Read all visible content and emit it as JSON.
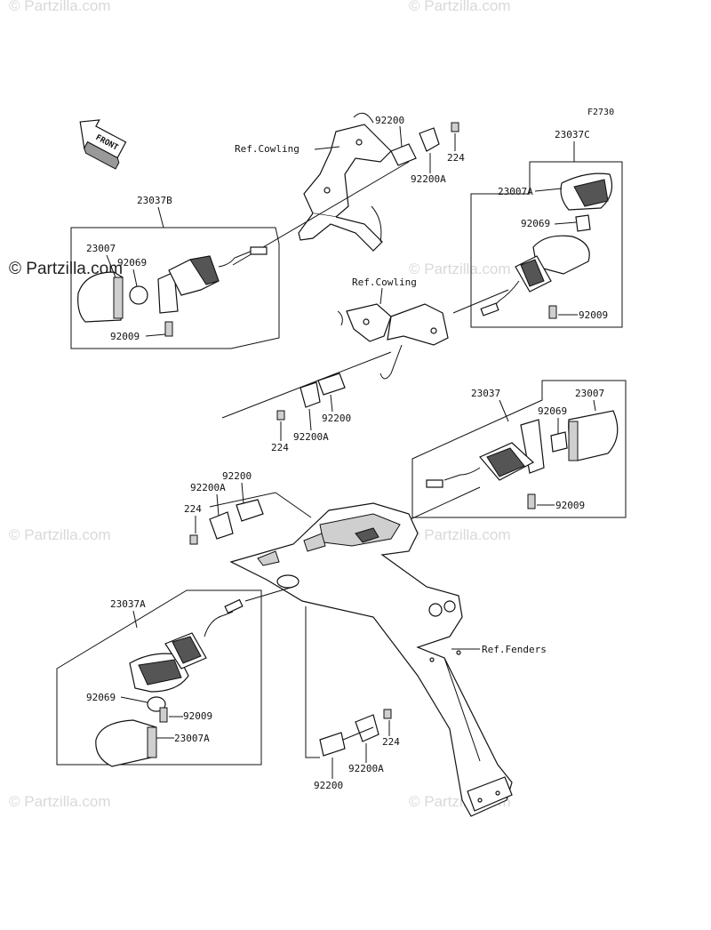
{
  "figure_code": "F2730",
  "front_label": "FRONT",
  "watermark": "© Partzilla.com",
  "refs": {
    "cowling_top": "Ref.Cowling",
    "cowling_mid": "Ref.Cowling",
    "fenders": "Ref.Fenders"
  },
  "parts": {
    "p92200_top": "92200",
    "p224_top": "224",
    "p92200A_top": "92200A",
    "p23037C": "23037C",
    "p23007A_r": "23007A",
    "p92069_r": "92069",
    "p92009_r": "92009",
    "p23037B": "23037B",
    "p23007_l": "23007",
    "p92069_l": "92069",
    "p92009_l": "92009",
    "p92200_mid": "92200",
    "p224_mid": "224",
    "p92200A_mid": "92200A",
    "p23037": "23037",
    "p23007_r2": "23007",
    "p92069_r2": "92069",
    "p92009_r2": "92009",
    "p92200_lw": "92200",
    "p92200A_lw": "92200A",
    "p224_lw": "224",
    "p23037A": "23037A",
    "p92069_la": "92069",
    "p92009_la": "92009",
    "p23007A_la": "23007A",
    "p224_bot": "224",
    "p92200A_bot": "92200A",
    "p92200_bot": "92200"
  }
}
